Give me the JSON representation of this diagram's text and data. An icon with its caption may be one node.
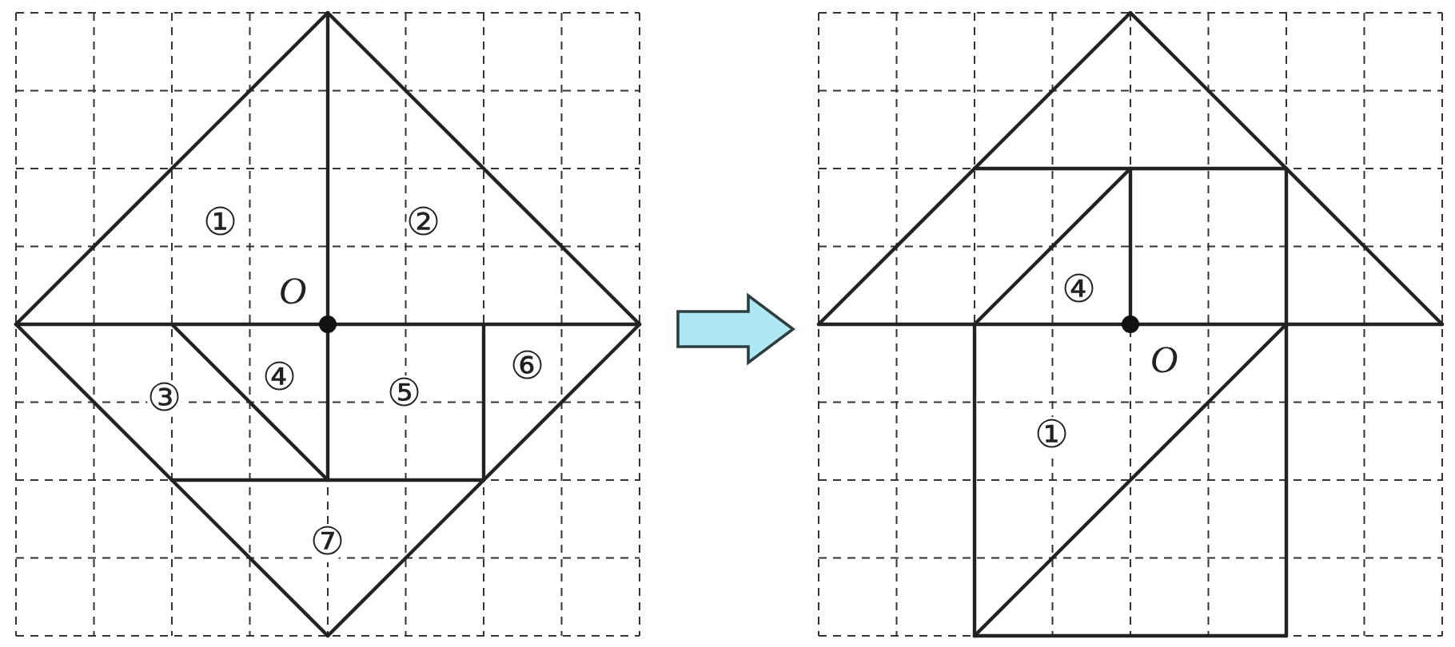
{
  "diagram": {
    "nodes": [
      {
        "text": [],
        "shape": "picture"
      },
      {
        "text": [],
        "shape": "picture"
      }
    ],
    "edges": [
      {
        "from": 0,
        "to": 1,
        "arrow": "to"
      }
    ],
    "labels": [
      "①",
      "②",
      "O",
      "③",
      "④",
      "⑤",
      "⑥",
      "⑦",
      "④",
      "O",
      "①"
    ]
  }
}
